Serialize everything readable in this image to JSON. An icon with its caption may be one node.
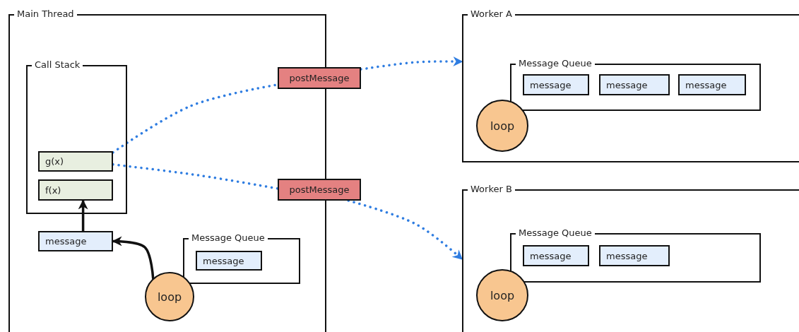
{
  "diagram": {
    "nodes": [
      {
        "text": [
          "Main Thread"
        ]
      },
      {
        "text": [
          "Call Stack"
        ],
        "in": 0
      },
      {
        "text": [
          "g(x)"
        ],
        "in": 1
      },
      {
        "text": [
          "f(x)"
        ],
        "in": 1
      },
      {
        "text": [
          "message"
        ],
        "in": 0
      },
      {
        "text": [
          "Message Queue"
        ],
        "in": 0
      },
      {
        "text": [
          "message"
        ],
        "in": 5
      },
      {
        "text": [
          "loop"
        ],
        "in": 0
      },
      {
        "text": [
          "postMessage"
        ]
      },
      {
        "text": [
          "postMessage"
        ]
      },
      {
        "text": [
          "Worker A"
        ]
      },
      {
        "text": [
          "Message Queue"
        ],
        "in": 10
      },
      {
        "text": [
          "message"
        ],
        "in": 11
      },
      {
        "text": [
          "message"
        ],
        "in": 11
      },
      {
        "text": [
          "message"
        ],
        "in": 11
      },
      {
        "text": [
          "loop"
        ],
        "in": 10
      },
      {
        "text": [
          "Worker B"
        ]
      },
      {
        "text": [
          "Message Queue"
        ],
        "in": 16
      },
      {
        "text": [
          "message"
        ],
        "in": 17
      },
      {
        "text": [
          "message"
        ],
        "in": 17
      },
      {
        "text": [
          "loop"
        ],
        "in": 16
      }
    ],
    "edges": [
      {
        "from": 2,
        "to": 8,
        "arrow": "none",
        "style": "dashed",
        "color": "#2f7de1"
      },
      {
        "from": 8,
        "to": 10,
        "arrow": "to",
        "style": "dashed",
        "color": "#2f7de1"
      },
      {
        "from": 2,
        "to": 9,
        "arrow": "none",
        "style": "dashed",
        "color": "#2f7de1"
      },
      {
        "from": 9,
        "to": 16,
        "arrow": "to",
        "style": "dashed",
        "color": "#2f7de1"
      },
      {
        "from": 7,
        "to": 4,
        "arrow": "to",
        "color": "#111111"
      },
      {
        "from": 4,
        "to": 3,
        "arrow": "to",
        "color": "#111111"
      }
    ]
  }
}
